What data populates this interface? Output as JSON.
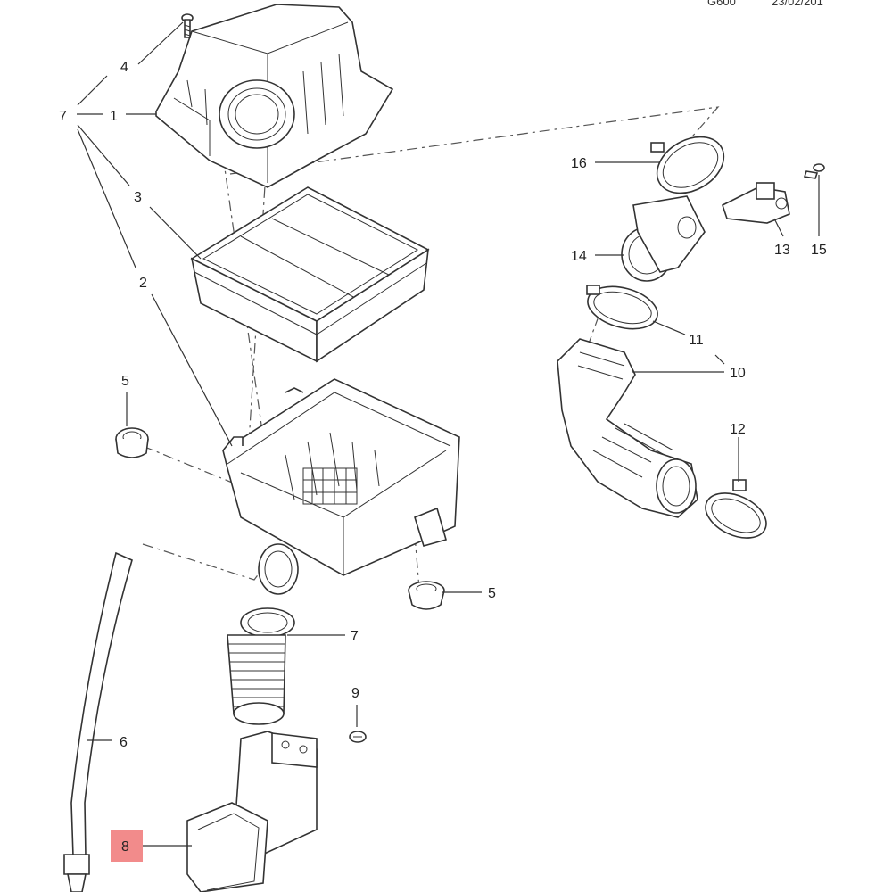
{
  "header": {
    "code": "G600",
    "date": "23/02/201"
  },
  "labels": {
    "l1": "1",
    "l2": "2",
    "l3": "3",
    "l4": "4",
    "l5a": "5",
    "l5b": "5",
    "l6": "6",
    "l7a": "7",
    "l7b": "7",
    "l8": "8",
    "l9": "9",
    "l10": "10",
    "l11": "11",
    "l12": "12",
    "l13": "13",
    "l14": "14",
    "l15": "15",
    "l16": "16"
  },
  "colors": {
    "highlight": "#f28b8b",
    "line": "#333333"
  }
}
